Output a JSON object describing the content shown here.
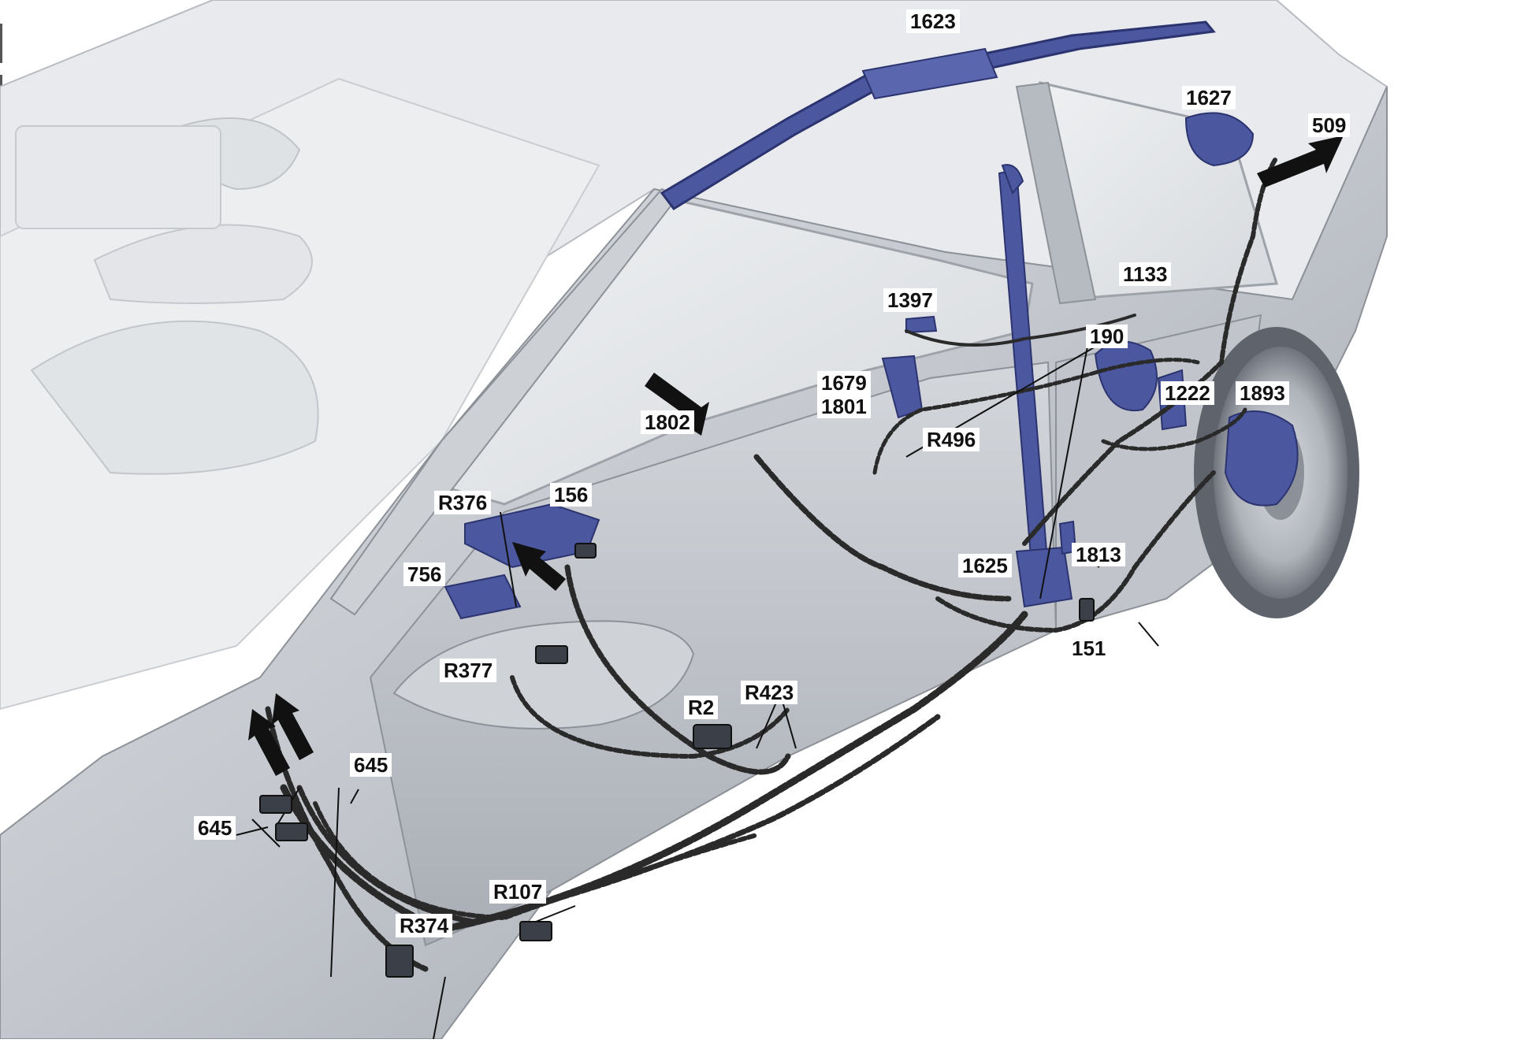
{
  "colors": {
    "background": "#ffffff",
    "body_light": "#e9ebee",
    "body_mid": "#c7cbd1",
    "body_dark": "#8b9098",
    "component_blue": "#4b579f",
    "component_blue_dark": "#2c3470",
    "harness": "#2a2a2a",
    "arrow": "#111111",
    "label_text": "#111111"
  },
  "labels": {
    "l1623": "1623",
    "l1627": "1627",
    "l509": "509",
    "l1133": "1133",
    "l1397": "1397",
    "l190": "190",
    "l1222": "1222",
    "l1893": "1893",
    "l1679": "1679",
    "l1801": "1801",
    "l1802": "1802",
    "lR496": "R496",
    "lR376": "R376",
    "l156": "156",
    "l756": "756",
    "l1625": "1625",
    "l1813": "1813",
    "l151": "151",
    "lR377": "R377",
    "lR2": "R2",
    "lR423": "R423",
    "l645a": "645",
    "l645b": "645",
    "lR107": "R107",
    "lR374": "R374"
  },
  "icons": [
    "arrow-icon"
  ]
}
